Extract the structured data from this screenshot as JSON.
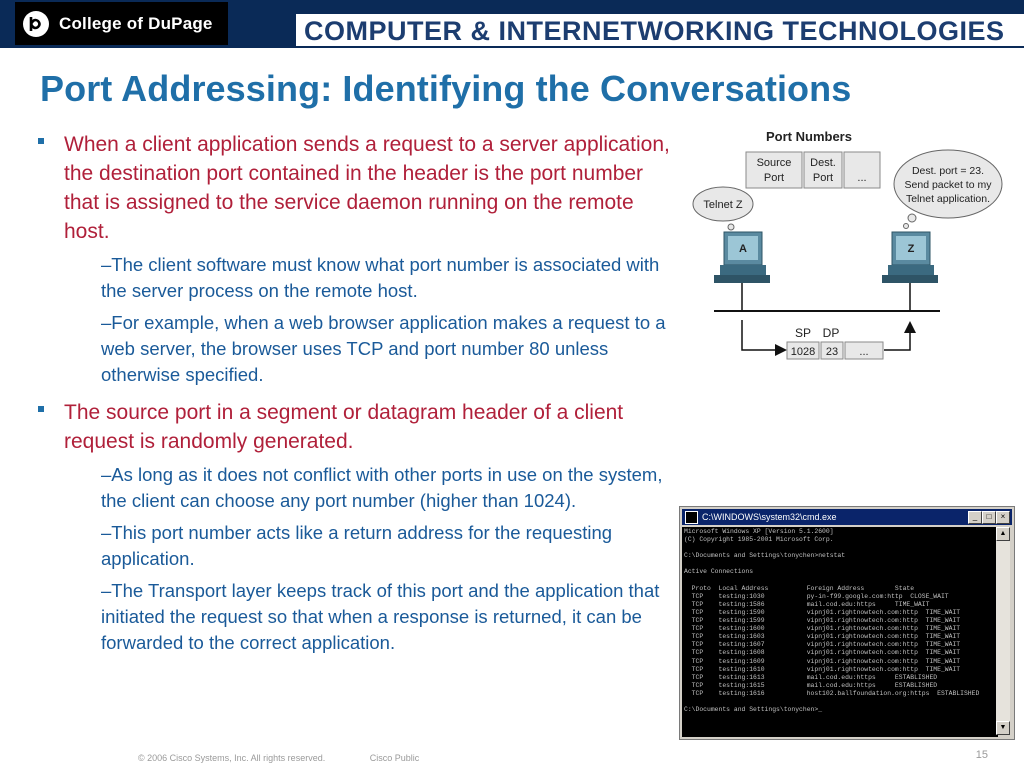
{
  "header": {
    "logo_text": "College of DuPage",
    "banner_text": "COMPUTER & INTERNETWORKING TECHNOLOGIES"
  },
  "title": "Port Addressing: Identifying the Conversations",
  "bullets": [
    {
      "text": "When a client application sends a request to a server application, the destination port contained in the header is the port number that is assigned to the service daemon running on the remote host.",
      "sub": [
        "–The client software must know what port number is associated with the server process on the remote host.",
        "–For example, when a web browser application makes a request to a web server, the browser uses TCP and port number 80 unless otherwise specified."
      ]
    },
    {
      "text": "The source port in a segment or datagram header of a client request is randomly generated.",
      "sub": [
        "–As long as it does not conflict with other ports in use on the system, the client can choose any port number (higher than 1024).",
        "–This port number acts like a return address for the requesting application.",
        "–The Transport layer keeps track of this port and the application that initiated the request so that when a response is returned, it can be forwarded to the correct application."
      ]
    }
  ],
  "diagram": {
    "title": "Port Numbers",
    "header_cells": [
      "Source",
      "Port",
      "Dest.",
      "Port",
      "..."
    ],
    "bubble_left": "Telnet Z",
    "bubble_right": [
      "Dest. port = 23.",
      "Send packet to my",
      "Telnet application."
    ],
    "host_a": "A",
    "host_z": "Z",
    "sp_label": "SP",
    "dp_label": "DP",
    "sp_value": "1028",
    "dp_value": "23",
    "more": "..."
  },
  "cmd": {
    "title": "C:\\WINDOWS\\system32\\cmd.exe",
    "min": "_",
    "max": "□",
    "close": "×",
    "lines": [
      "Microsoft Windows XP [Version 5.1.2600]",
      "(C) Copyright 1985-2001 Microsoft Corp.",
      "",
      "C:\\Documents and Settings\\tonychen>netstat",
      "",
      "Active Connections",
      "",
      "  Proto  Local Address          Foreign Address        State",
      "  TCP    testing:1030           py-in-f99.google.com:http  CLOSE_WAIT",
      "  TCP    testing:1586           mail.cod.edu:https     TIME_WAIT",
      "  TCP    testing:1590           vipnj01.rightnowtech.com:http  TIME_WAIT",
      "  TCP    testing:1599           vipnj01.rightnowtech.com:http  TIME_WAIT",
      "  TCP    testing:1600           vipnj01.rightnowtech.com:http  TIME_WAIT",
      "  TCP    testing:1603           vipnj01.rightnowtech.com:http  TIME_WAIT",
      "  TCP    testing:1607           vipnj01.rightnowtech.com:http  TIME_WAIT",
      "  TCP    testing:1608           vipnj01.rightnowtech.com:http  TIME_WAIT",
      "  TCP    testing:1609           vipnj01.rightnowtech.com:http  TIME_WAIT",
      "  TCP    testing:1610           vipnj01.rightnowtech.com:http  TIME_WAIT",
      "  TCP    testing:1613           mail.cod.edu:https     ESTABLISHED",
      "  TCP    testing:1615           mail.cod.edu:https     ESTABLISHED",
      "  TCP    testing:1616           host102.ballfoundation.org:https  ESTABLISHED",
      "",
      "C:\\Documents and Settings\\tonychen>_"
    ]
  },
  "footer": {
    "copyright": "© 2006 Cisco Systems, Inc. All rights reserved.",
    "classification": "Cisco Public",
    "page": "15"
  },
  "colors": {
    "navy": "#0a2a57",
    "title_blue": "#1f6fa8",
    "bullet_red": "#b0203a",
    "sub_blue": "#1a5a99"
  }
}
